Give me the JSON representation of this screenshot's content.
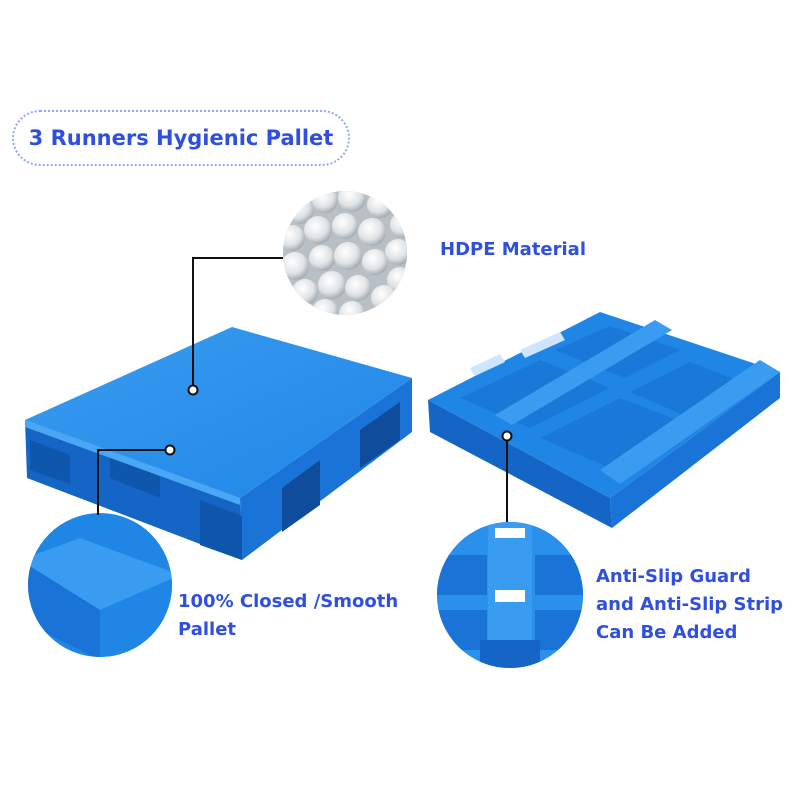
{
  "title": "3 Runners Hygienic Pallet",
  "callouts": {
    "material": "HDPE Material",
    "surface": [
      "100% Closed /Smooth",
      "Pallet"
    ],
    "antislip": [
      "Anti-Slip Guard",
      "and Anti-Slip Strip",
      "Can Be Added"
    ]
  },
  "colors": {
    "brand_text": "#2f4fe0",
    "pallet_blue": "#1f86e6",
    "pallet_dark": "#1565c7",
    "pallet_light": "#4aa7f5",
    "callout_line": "#111111",
    "pill_border": "#8ea7ff"
  }
}
